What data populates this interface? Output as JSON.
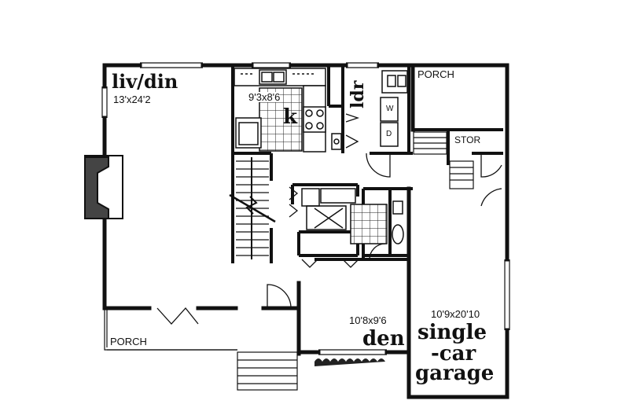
{
  "rooms": {
    "living_dining": {
      "name": "liv/din",
      "size": "13'x24'2"
    },
    "kitchen": {
      "name": "k",
      "size": "9'3x8'6"
    },
    "laundry": {
      "name": "ldr"
    },
    "den": {
      "name": "den",
      "size": "10'8x9'6"
    },
    "garage": {
      "line1": "single",
      "line2": "-car",
      "line3": "garage",
      "size": "10'9x20'10"
    },
    "porch_top": {
      "name": "PORCH"
    },
    "porch_front": {
      "name": "PORCH"
    },
    "storage": {
      "name": "STOR"
    }
  },
  "appliances": {
    "washer": "W",
    "dryer": "D"
  },
  "colors": {
    "ink": "#111111",
    "background": "#ffffff"
  }
}
